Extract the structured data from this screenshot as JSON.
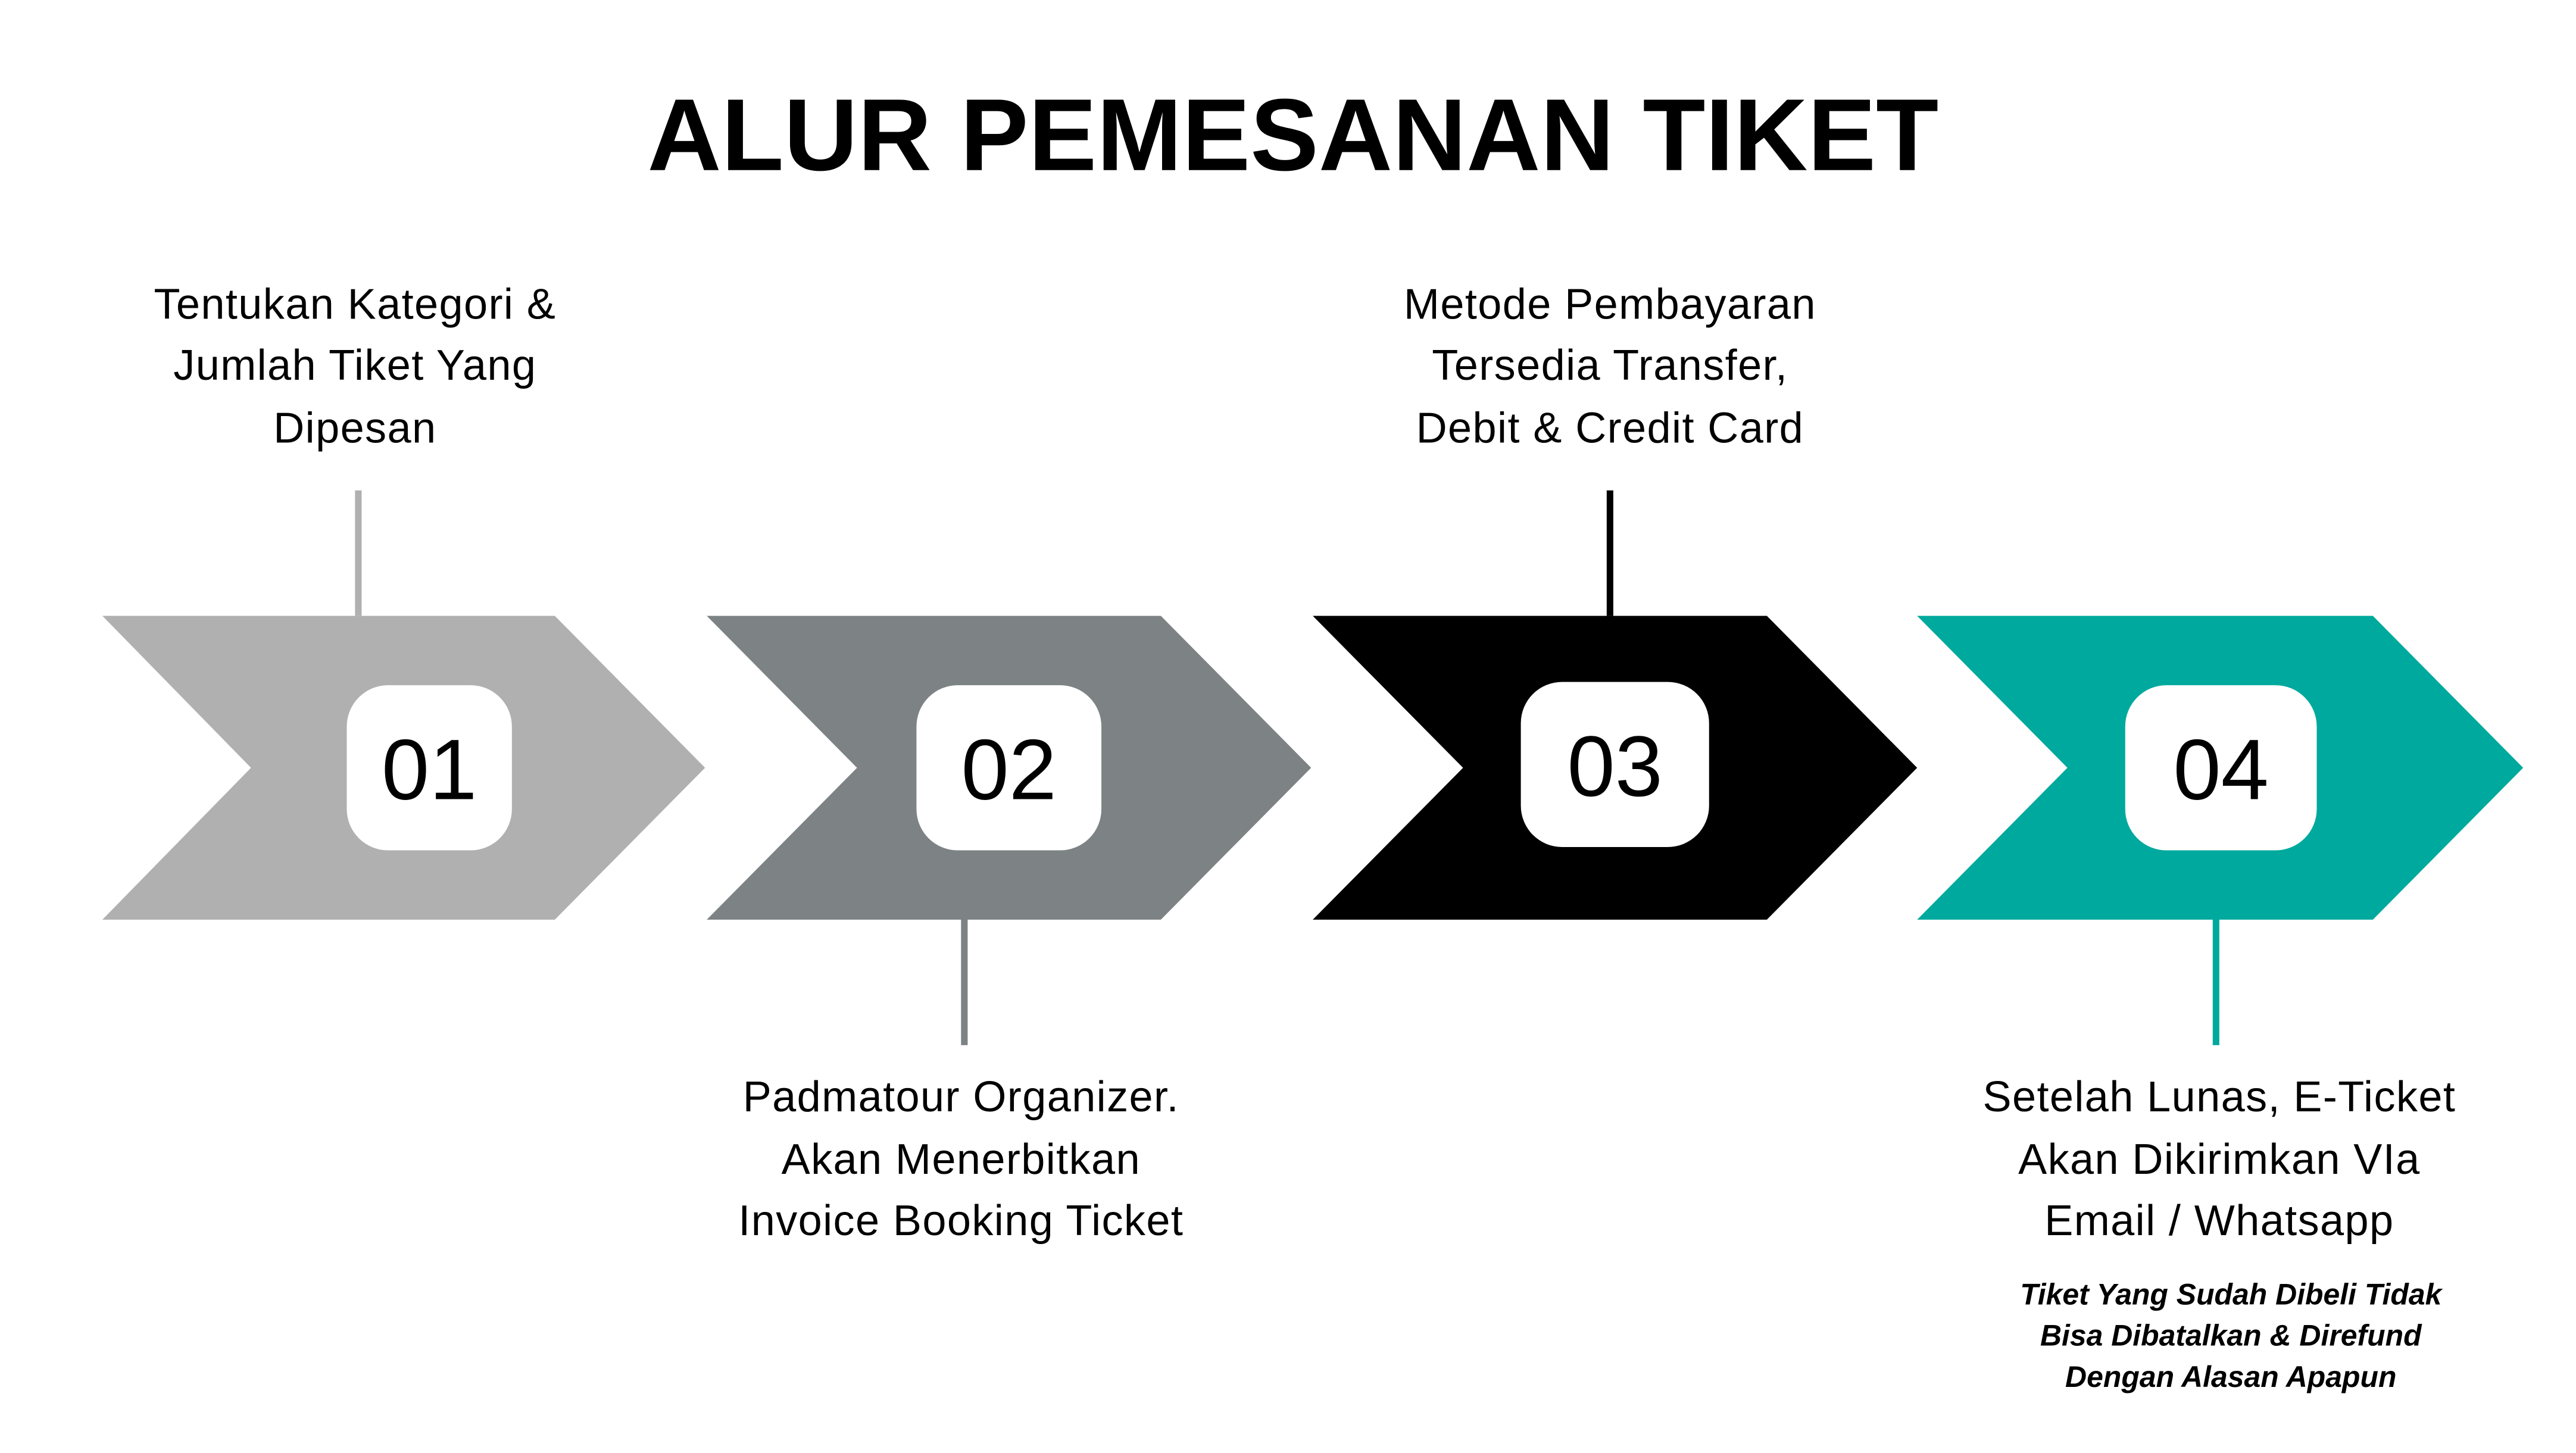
{
  "title": "ALUR PEMESANAN TIKET",
  "steps": [
    {
      "number": "01",
      "color": "#b0b0b0",
      "lines": [
        "Tentukan Kategori &",
        "Jumlah Tiket Yang",
        "Dipesan"
      ]
    },
    {
      "number": "02",
      "color": "#7d8284",
      "lines": [
        "Padmatour Organizer.",
        "Akan Menerbitkan",
        "Invoice Booking Ticket"
      ]
    },
    {
      "number": "03",
      "color": "#000000",
      "lines": [
        "Metode Pembayaran",
        "Tersedia Transfer,",
        "Debit & Credit Card"
      ]
    },
    {
      "number": "04",
      "color": "#00a99d",
      "lines": [
        "Setelah Lunas, E-Ticket",
        "Akan Dikirimkan VIa",
        "Email / Whatsapp"
      ]
    }
  ],
  "note": [
    "Tiket Yang Sudah Dibeli Tidak",
    "Bisa Dibatalkan & Direfund",
    "Dengan Alasan Apapun"
  ]
}
